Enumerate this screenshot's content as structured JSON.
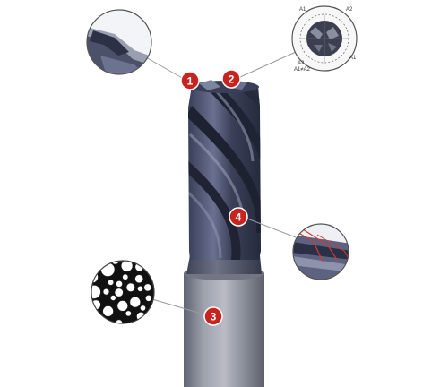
{
  "colors": {
    "badge": "#c8241f",
    "tool_dark": "#2a2f45",
    "tool_mid": "#4a5170",
    "tool_light": "#7b8198",
    "shank": "#8c909c",
    "leader": "#9a9a9a"
  },
  "callouts": [
    {
      "number": "1",
      "detail": "corner-edge-detail"
    },
    {
      "number": "2",
      "detail": "end-face-detail"
    },
    {
      "number": "3",
      "detail": "carbide-grain-detail"
    },
    {
      "number": "4",
      "detail": "flute-edge-detail"
    }
  ],
  "dimension_labels": {
    "a1_top": "A1",
    "a2_top": "A2",
    "a2_bottom": "A2",
    "a1_neq_a2": "A1≠A2",
    "a1_right": "A1"
  }
}
